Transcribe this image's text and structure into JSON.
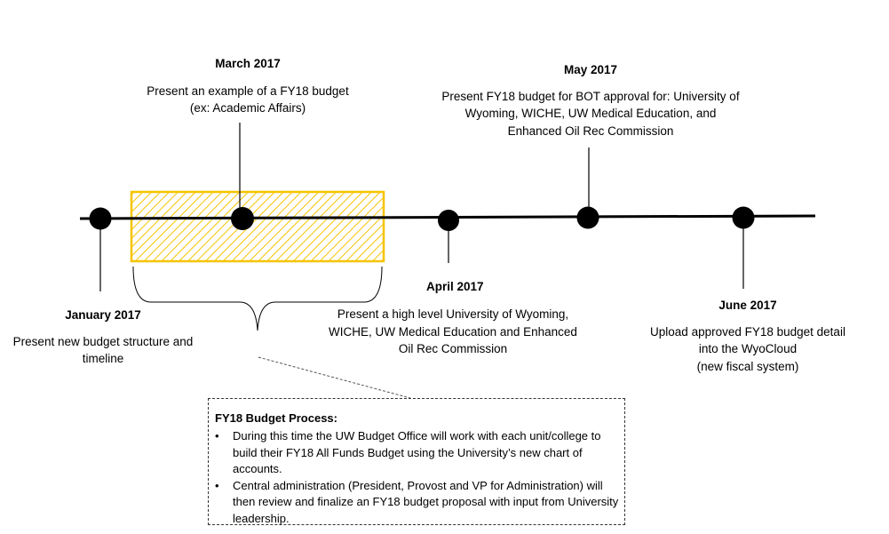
{
  "events": [
    {
      "id": "jan",
      "date": "January 2017",
      "description": "Present new budget structure and\ntimeline"
    },
    {
      "id": "mar",
      "date": "March 2017",
      "description": "Present an example of a FY18 budget\n(ex: Academic Affairs)"
    },
    {
      "id": "apr",
      "date": "April 2017",
      "description": "Present a high level University of Wyoming,\nWICHE, UW Medical Education and Enhanced\nOil Rec Commission"
    },
    {
      "id": "may",
      "date": "May 2017",
      "description": "Present FY18 budget for BOT approval for: University of\nWyoming, WICHE, UW Medical Education, and\nEnhanced Oil Rec Commission"
    },
    {
      "id": "jun",
      "date": "June 2017",
      "description": "Upload approved FY18 budget detail\ninto the WyoCloud\n(new fiscal system)"
    }
  ],
  "callout": {
    "title": "FY18 Budget Process:",
    "bullets": [
      "During this time the UW Budget Office will work with each unit/college to build their FY18 All Funds Budget using the University’s new chart of accounts.",
      "Central administration (President, Provost and VP for Administration) will then review and finalize an FY18 budget proposal with input from University leadership."
    ]
  },
  "colors": {
    "highlight_border": "#f5c400",
    "highlight_hatch": "#f5c400",
    "line": "#000000"
  }
}
